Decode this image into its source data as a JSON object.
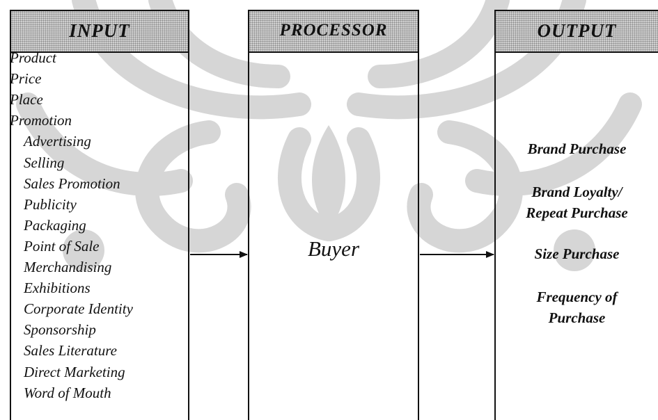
{
  "input": {
    "title": "INPUT",
    "items": [
      {
        "label": "Product",
        "level": 0
      },
      {
        "label": "Price",
        "level": 0
      },
      {
        "label": "Place",
        "level": 0
      },
      {
        "label": "Promotion",
        "level": 0
      },
      {
        "label": "Advertising",
        "level": 1
      },
      {
        "label": "Selling",
        "level": 1
      },
      {
        "label": "Sales Promotion",
        "level": 1
      },
      {
        "label": "Publicity",
        "level": 1
      },
      {
        "label": "Packaging",
        "level": 1
      },
      {
        "label": "Point of Sale",
        "level": 1
      },
      {
        "label": "Merchandising",
        "level": 1
      },
      {
        "label": "Exhibitions",
        "level": 1
      },
      {
        "label": "Corporate Identity",
        "level": 1
      },
      {
        "label": "Sponsorship",
        "level": 1
      },
      {
        "label": "Sales Literature",
        "level": 1
      },
      {
        "label": "Direct Marketing",
        "level": 1
      },
      {
        "label": "Word of Mouth",
        "level": 1
      }
    ]
  },
  "processor": {
    "title": "PROCESSOR",
    "body": "Buyer"
  },
  "output": {
    "title": "OUTPUT",
    "items": [
      {
        "lines": [
          "Brand Purchase"
        ]
      },
      {
        "lines": [
          "Brand Loyalty/",
          "Repeat Purchase"
        ]
      },
      {
        "lines": [
          "Size Purchase"
        ]
      },
      {
        "lines": [
          "Frequency of",
          "Purchase"
        ]
      }
    ]
  },
  "colors": {
    "stroke": "#111111",
    "header_fill": "#cfcfcf",
    "watermark": "#d6d6d6"
  }
}
